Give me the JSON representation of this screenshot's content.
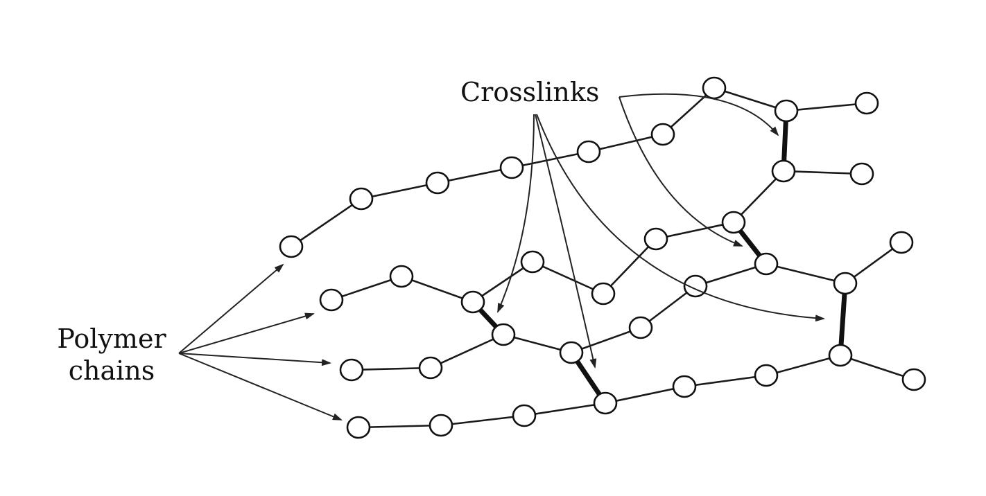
{
  "labels": {
    "crosslinks": "Crosslinks",
    "polymer_line1": "Polymer",
    "polymer_line2": "chains"
  }
}
